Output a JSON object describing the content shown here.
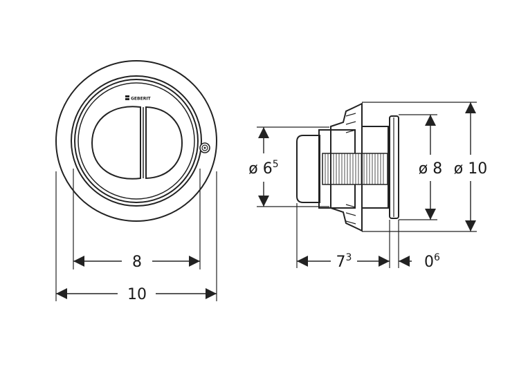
{
  "brand": "GEBERIT",
  "front_view": {
    "dim_inner": "8",
    "dim_outer": "10"
  },
  "side_view": {
    "dia_button": {
      "symbol": "ø",
      "base": "6",
      "sup": "5"
    },
    "dia_plate_inner": "ø 8",
    "dia_plate_outer": "ø 10",
    "depth": {
      "base": "7",
      "sup": "3"
    },
    "plate_thickness": {
      "base": "0",
      "sup": "6"
    }
  },
  "colors": {
    "line": "#222222",
    "background": "#ffffff"
  }
}
